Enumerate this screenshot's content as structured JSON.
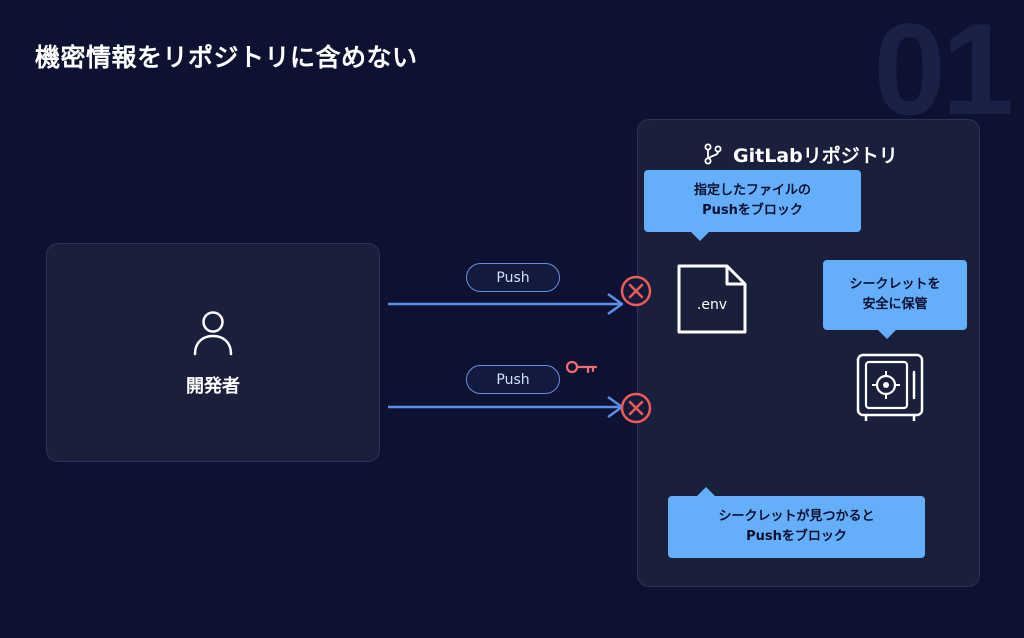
{
  "title": "機密情報をリポジトリに含めない",
  "slide_number": "01",
  "developer": {
    "label": "開発者",
    "icon": "user-icon"
  },
  "repository": {
    "title": "GitLabリポジトリ",
    "icon": "git-branch-icon"
  },
  "pushes": [
    {
      "label": "Push",
      "status": "blocked"
    },
    {
      "label": "Push",
      "status": "blocked",
      "carries": "key-icon"
    }
  ],
  "callouts": {
    "env_block": [
      "指定したファイルの",
      "Pushをブロック"
    ],
    "secret_storage": [
      "シークレットを",
      "安全に保管"
    ],
    "secret_detection": [
      "シークレットが見つかると",
      "Pushをブロック"
    ]
  },
  "env_file": {
    "label": ".env"
  },
  "colors": {
    "background": "#0d1233",
    "panel": "#1a1f3c",
    "accent": "#65aef9",
    "arrow": "#5b8fe8",
    "block": "#ef5a5a",
    "key": "#ef6f6f"
  }
}
